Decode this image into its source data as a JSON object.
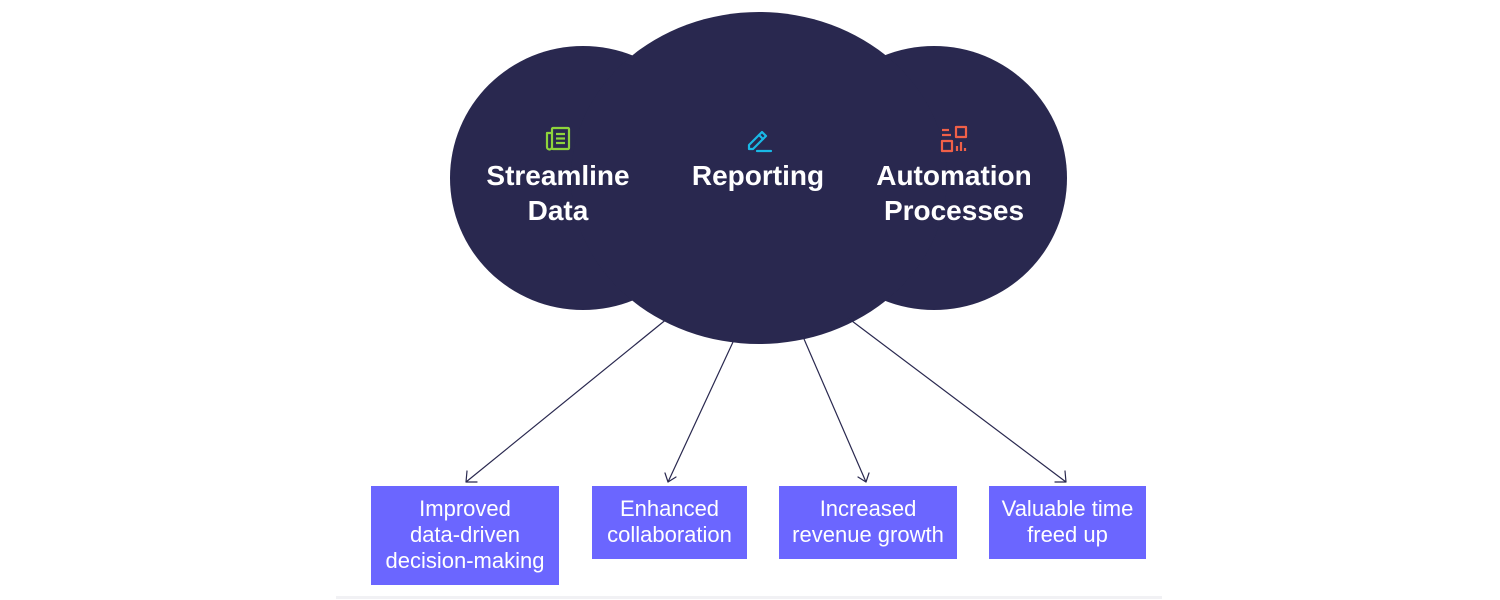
{
  "diagram": {
    "colors": {
      "cloud": "#29284f",
      "outcome_box": "#6b66ff",
      "icon_streamline": "#8ed43b",
      "icon_reporting": "#19b8e6",
      "icon_automation": "#f06048",
      "text_light": "#ffffff",
      "connector": "#29284f"
    },
    "pillars": [
      {
        "icon": "newspaper-icon",
        "line1": "Streamline",
        "line2": "Data"
      },
      {
        "icon": "pencil-icon",
        "line1": "Reporting",
        "line2": ""
      },
      {
        "icon": "dashboard-grid-icon",
        "line1": "Automation",
        "line2": "Processes"
      }
    ],
    "outcomes": [
      {
        "line1": "Improved",
        "line2": "data-driven",
        "line3": "decision-making"
      },
      {
        "line1": "Enhanced",
        "line2": "collaboration",
        "line3": ""
      },
      {
        "line1": "Increased",
        "line2": "revenue growth",
        "line3": ""
      },
      {
        "line1": "Valuable time",
        "line2": "freed up",
        "line3": ""
      }
    ]
  }
}
